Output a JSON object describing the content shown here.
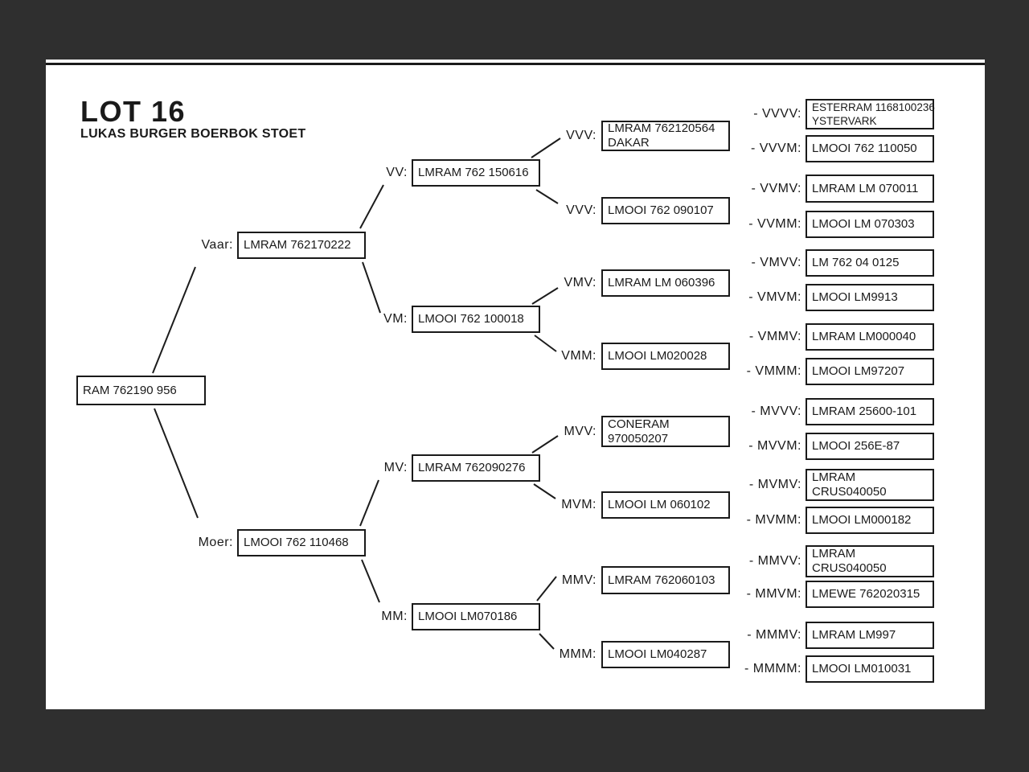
{
  "header": {
    "title": "LOT 16",
    "subtitle": "LUKAS BURGER BOERBOK STOET"
  },
  "colors": {
    "frame": "#2f2f2f",
    "page": "#ffffff",
    "ink": "#1a1a1a"
  },
  "pedigree": {
    "subject": {
      "name": "RAM 762190 956"
    },
    "sire": {
      "label": "Vaar:",
      "name": "LMRAM 762170222"
    },
    "dam": {
      "label": "Moer:",
      "name": "LMOOI 762 110468"
    },
    "gen2": [
      {
        "label": "VV:",
        "name": "LMRAM 762 150616"
      },
      {
        "label": "VM:",
        "name": "LMOOI 762 100018"
      },
      {
        "label": "MV:",
        "name": "LMRAM 762090276"
      },
      {
        "label": "MM:",
        "name": "LMOOI LM070186"
      }
    ],
    "gen3": [
      {
        "label": "VVV:",
        "line1": "LMRAM 762120564",
        "line2": "DAKAR"
      },
      {
        "label": "VVV:",
        "line1": "LMOOI 762 090107"
      },
      {
        "label": "VMV:",
        "line1": "LMRAM LM 060396"
      },
      {
        "label": "VMM:",
        "line1": "LMOOI LM020028"
      },
      {
        "label": "MVV:",
        "line1": "CONERAM",
        "line2": "970050207"
      },
      {
        "label": "MVM:",
        "line1": "LMOOI LM 060102"
      },
      {
        "label": "MMV:",
        "line1": "LMRAM 762060103"
      },
      {
        "label": "MMM:",
        "line1": "LMOOI LM040287"
      }
    ],
    "gen4": [
      {
        "label": "- VVVV:",
        "line1": "ESTERRAM 1168100236",
        "line2": "YSTERVARK"
      },
      {
        "label": "- VVVM:",
        "line1": "LMOOI 762 110050"
      },
      {
        "label": "- VVMV:",
        "line1": "LMRAM LM 070011"
      },
      {
        "label": "- VVMM:",
        "line1": "LMOOI LM 070303"
      },
      {
        "label": "- VMVV:",
        "line1": "LM 762 04 0125"
      },
      {
        "label": "- VMVM:",
        "line1": "LMOOI LM9913"
      },
      {
        "label": "- VMMV:",
        "line1": "LMRAM LM000040"
      },
      {
        "label": "- VMMM:",
        "line1": "LMOOI LM97207"
      },
      {
        "label": "- MVVV:",
        "line1": "LMRAM 25600-101"
      },
      {
        "label": "- MVVM:",
        "line1": "LMOOI 256E-87"
      },
      {
        "label": "- MVMV:",
        "line1": "LMRAM",
        "line2": "CRUS040050"
      },
      {
        "label": "- MVMM:",
        "line1": "LMOOI LM000182"
      },
      {
        "label": "- MMVV:",
        "line1": "LMRAM",
        "line2": "CRUS040050"
      },
      {
        "label": "- MMVM:",
        "line1": "LMEWE 762020315"
      },
      {
        "label": "- MMMV:",
        "line1": "LMRAM LM997"
      },
      {
        "label": "- MMMM:",
        "line1": "LMOOI LM010031"
      }
    ]
  }
}
